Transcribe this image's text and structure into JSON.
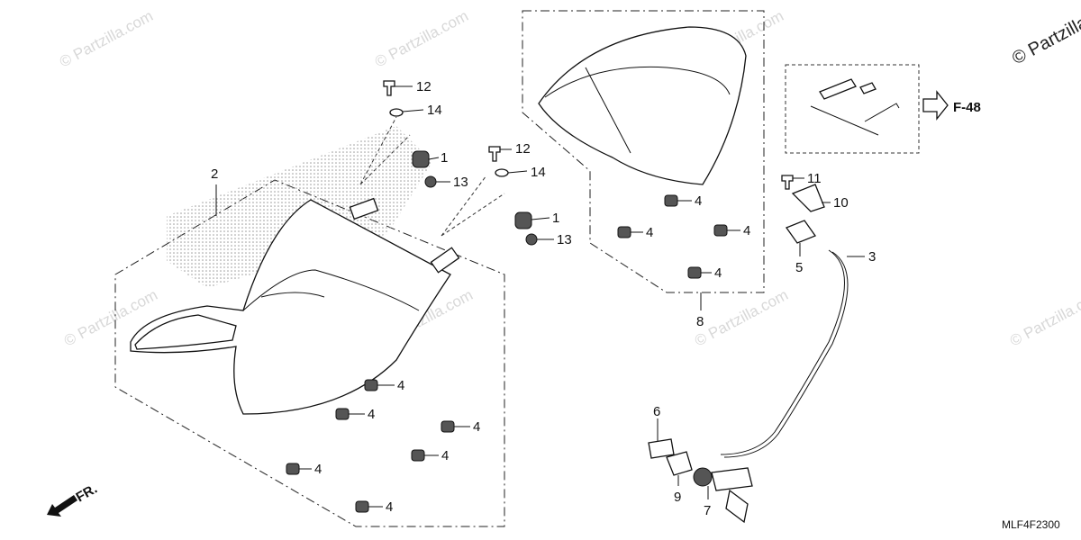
{
  "watermark": "© Partzilla.com",
  "watermark_corner": "© Partzilla",
  "direction_label": "FR.",
  "figure_ref": "F-48",
  "diagram_code": "MLF4F2300",
  "callouts": {
    "c1a": "1",
    "c1b": "1",
    "c2": "2",
    "c3": "3",
    "c4a": "4",
    "c4b": "4",
    "c4c": "4",
    "c4d": "4",
    "c4e": "4",
    "c4f": "4",
    "c4g": "4",
    "c4h": "4",
    "c4i": "4",
    "c4j": "4",
    "c5": "5",
    "c6": "6",
    "c7": "7",
    "c8": "8",
    "c9": "9",
    "c10": "10",
    "c11": "11",
    "c12a": "12",
    "c12b": "12",
    "c13a": "13",
    "c13b": "13",
    "c14a": "14",
    "c14b": "14"
  },
  "colors": {
    "ink": "#111111",
    "watermark": "#d8d8d8",
    "rubber": "#555555"
  }
}
